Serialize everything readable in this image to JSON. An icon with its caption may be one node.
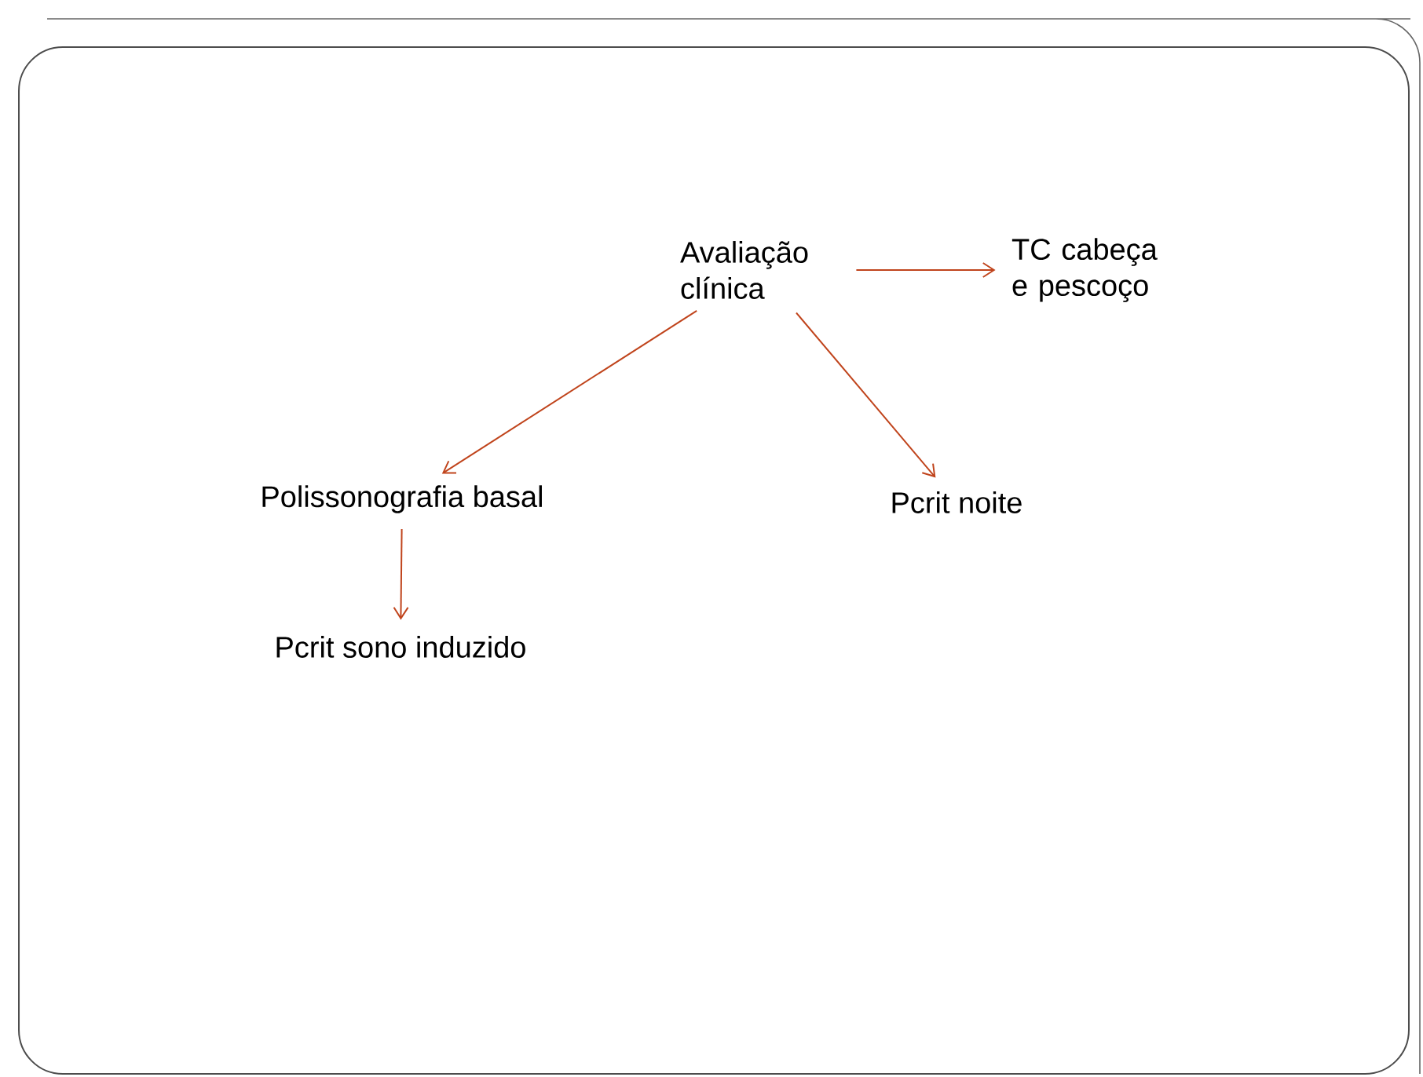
{
  "diagram": {
    "nodes": [
      {
        "text": [
          "Avaliação clínica"
        ]
      },
      {
        "text": [
          "TC cabeça e pescoço"
        ]
      },
      {
        "text": [
          "Polissonografia basal"
        ]
      },
      {
        "text": [
          "Pcrit noite"
        ]
      },
      {
        "text": [
          "Pcrit sono induzido"
        ]
      }
    ],
    "edges": [
      {
        "from": 0,
        "to": 1,
        "arrow": "to"
      },
      {
        "from": 0,
        "to": 2,
        "arrow": "to"
      },
      {
        "from": 0,
        "to": 3,
        "arrow": "to"
      },
      {
        "from": 2,
        "to": 4,
        "arrow": "to"
      }
    ]
  }
}
